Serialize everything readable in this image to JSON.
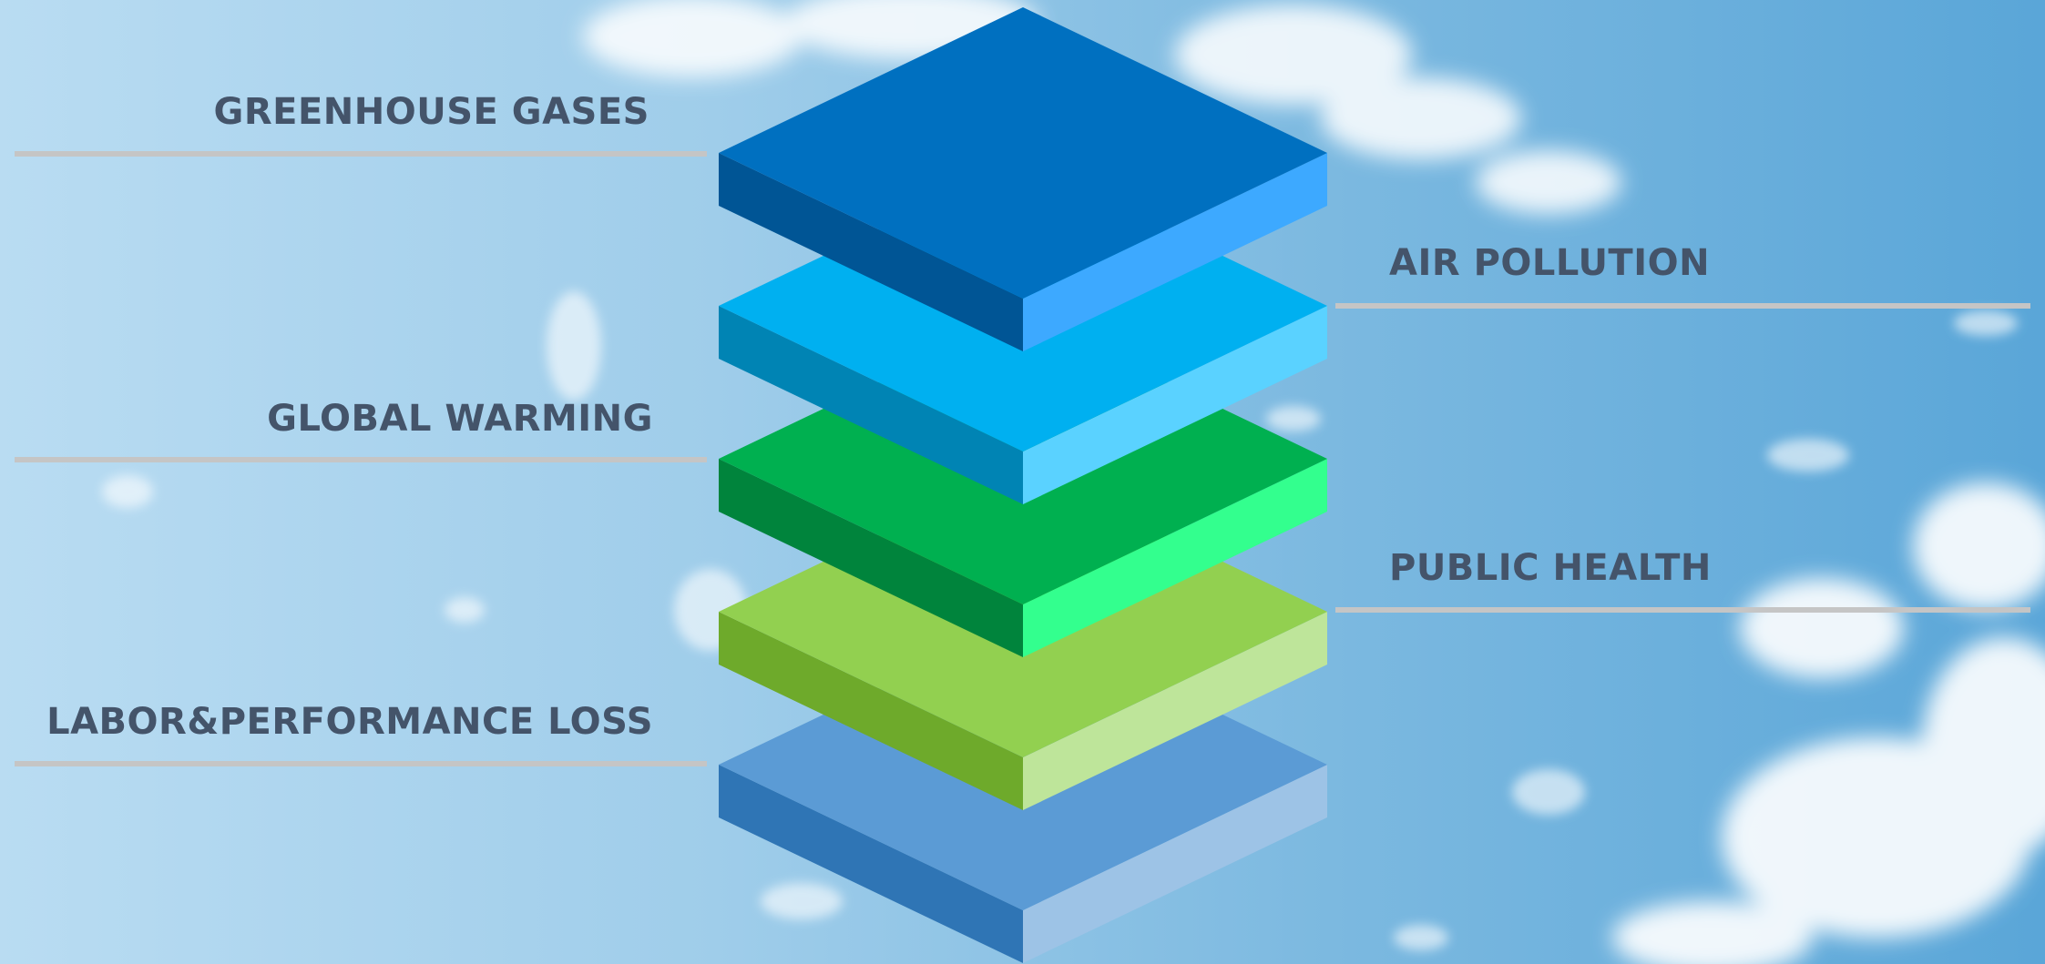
{
  "diagram": {
    "layers": [
      {
        "id": "layer-1",
        "top": "#0070C0",
        "left": "#005595",
        "right": "#3DA9FF"
      },
      {
        "id": "layer-2",
        "top": "#00B0F0",
        "left": "#0084B4",
        "right": "#5AD2FF"
      },
      {
        "id": "layer-3",
        "top": "#00B050",
        "left": "#00843C",
        "right": "#33FF8E"
      },
      {
        "id": "layer-4",
        "top": "#92D050",
        "left": "#6EAA2B",
        "right": "#BEE59A"
      },
      {
        "id": "layer-5",
        "top": "#5B9BD5",
        "left": "#2F75B5",
        "right": "#9DC3E6"
      }
    ],
    "labels": {
      "greenhouse_gases": "GREENHOUSE GASES",
      "air_pollution": "AIR POLLUTION",
      "global_warming": "GLOBAL WARMING",
      "public_health": "PUBLIC HEALTH",
      "labor_performance_loss": "LABOR&PERFORMANCE LOSS"
    },
    "label_color": "#44546A",
    "rule_color": "#C5C5C5"
  }
}
